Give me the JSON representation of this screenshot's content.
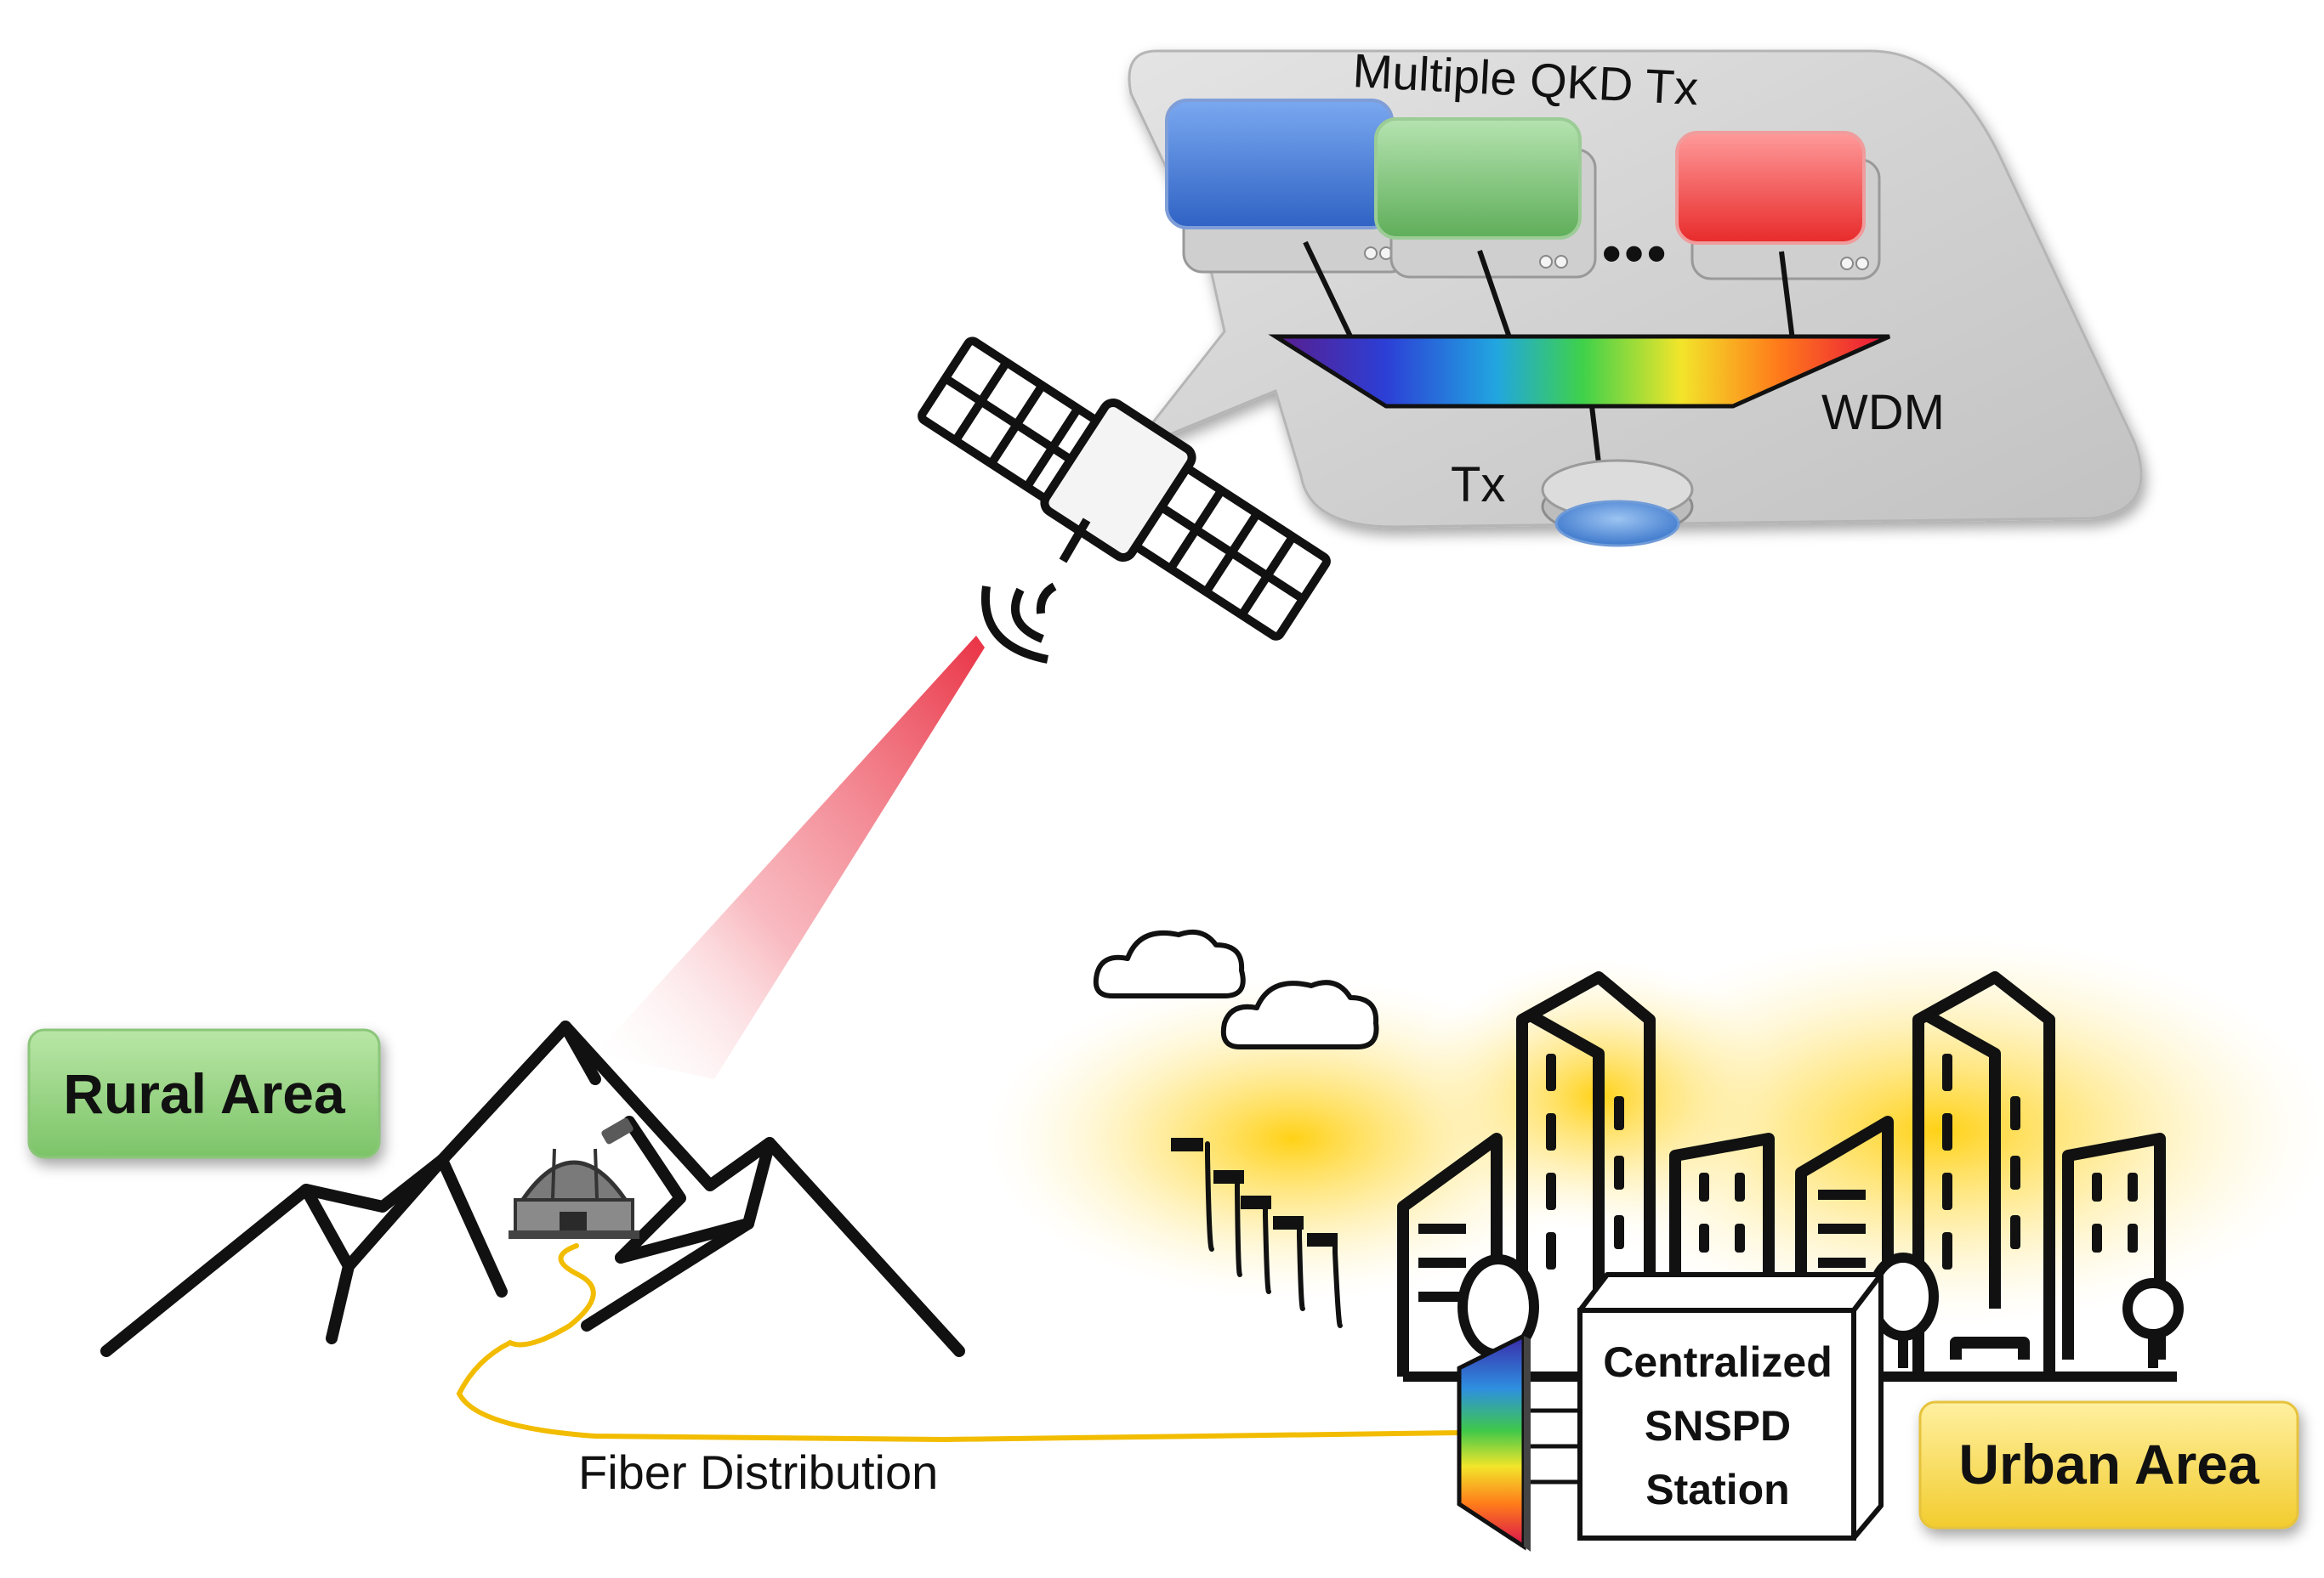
{
  "labels": {
    "multiple_qkd_tx": "Multiple QKD Tx",
    "wdm": "WDM",
    "tx": "Tx",
    "rural_area": "Rural Area",
    "urban_area": "Urban Area",
    "fiber_distribution": "Fiber Distribution",
    "station_line1": "Centralized",
    "station_line2": "SNSPD",
    "station_line3": "Station",
    "ellipsis": "•••"
  },
  "colors": {
    "tx_module_blue": "#4a7fd6",
    "tx_module_green": "#7fc47a",
    "tx_module_red": "#f24848",
    "rural_badge": "#8fd17a",
    "urban_badge": "#f5d64a",
    "fiber": "#f2bc00",
    "laser_beam": "#e8273a",
    "city_glow": "#ffd21e"
  },
  "icons": {
    "satellite": "satellite-icon",
    "observatory": "observatory-icon",
    "cloud": "cloud-icon",
    "streetlight": "streetlight-icon",
    "building": "building-icon",
    "tree": "tree-icon",
    "mountain": "mountain-icon"
  }
}
